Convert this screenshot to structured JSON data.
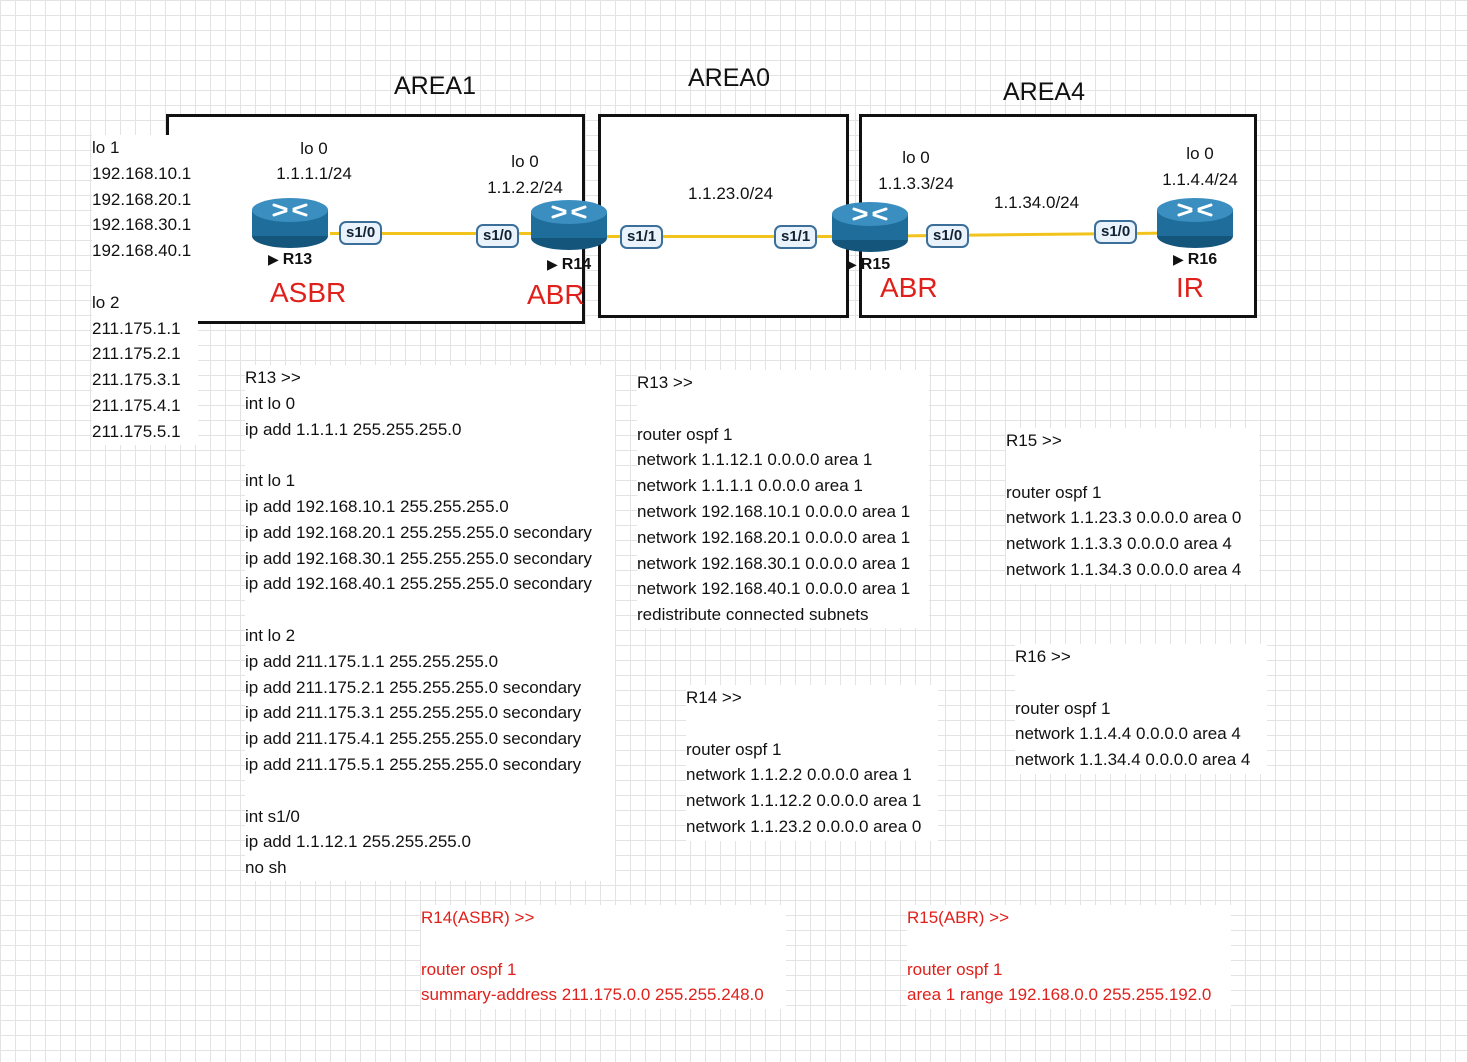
{
  "areas": {
    "area1": {
      "title": "AREA1"
    },
    "area0": {
      "title": "AREA0",
      "subnet": "1.1.23.0/24"
    },
    "area4": {
      "title": "AREA4",
      "subnet": "1.1.34.0/24"
    }
  },
  "loopback_list": [
    "lo 1",
    "192.168.10.1",
    "192.168.20.1",
    "192.168.30.1",
    "192.168.40.1",
    "",
    "lo 2",
    "211.175.1.1",
    "211.175.2.1",
    "211.175.3.1",
    "211.175.4.1",
    "211.175.5.1"
  ],
  "routers": {
    "r13": {
      "name": "R13",
      "role": "ASBR",
      "lo_label": "lo 0",
      "lo_ip": "1.1.1.1/24",
      "iface": "s1/0"
    },
    "r14": {
      "name": "R14",
      "role": "ABR",
      "lo_label": "lo 0",
      "lo_ip": "1.1.2.2/24",
      "iface_left": "s1/0",
      "iface_right": "s1/1"
    },
    "r15": {
      "name": "R15",
      "role": "ABR",
      "lo_label": "lo 0",
      "lo_ip": "1.1.3.3/24",
      "iface_left": "s1/1",
      "iface_right": "s1/0"
    },
    "r16": {
      "name": "R16",
      "role": "IR",
      "lo_label": "lo 0",
      "lo_ip": "1.1.4.4/24",
      "iface": "s1/0"
    }
  },
  "colors": {
    "role": "#e0201b",
    "link": "#f2c31d",
    "router": "#1e6d9a"
  },
  "notes": {
    "r13_int": [
      "R13 >>",
      "int lo 0",
      "ip add 1.1.1.1 255.255.255.0",
      "",
      "int lo 1",
      "ip add 192.168.10.1 255.255.255.0",
      "ip add 192.168.20.1 255.255.255.0 secondary",
      "ip add 192.168.30.1 255.255.255.0 secondary",
      "ip add 192.168.40.1 255.255.255.0 secondary",
      "",
      "int lo 2",
      "ip add 211.175.1.1 255.255.255.0",
      "ip add 211.175.2.1 255.255.255.0 secondary",
      "ip add 211.175.3.1 255.255.255.0 secondary",
      "ip add 211.175.4.1 255.255.255.0 secondary",
      "ip add 211.175.5.1 255.255.255.0 secondary",
      "",
      "int s1/0",
      "ip add 1.1.12.1 255.255.255.0",
      "no sh"
    ],
    "r13_ospf": [
      "R13 >>",
      "",
      "router ospf 1",
      "network 1.1.12.1 0.0.0.0 area 1",
      "network 1.1.1.1 0.0.0.0 area 1",
      "network 192.168.10.1 0.0.0.0 area 1",
      "network 192.168.20.1 0.0.0.0 area 1",
      "network 192.168.30.1 0.0.0.0 area 1",
      "network 192.168.40.1 0.0.0.0 area 1",
      "redistribute connected subnets"
    ],
    "r14_ospf": [
      "R14 >>",
      "",
      "router ospf 1",
      "network 1.1.2.2 0.0.0.0 area 1",
      "network 1.1.12.2 0.0.0.0 area 1",
      "network 1.1.23.2 0.0.0.0 area 0"
    ],
    "r15_ospf": [
      "R15 >>",
      "",
      "router ospf 1",
      "network 1.1.23.3 0.0.0.0 area 0",
      "network 1.1.3.3 0.0.0.0 area 4",
      "network 1.1.34.3 0.0.0.0 area 4"
    ],
    "r16_ospf": [
      "R16 >>",
      "",
      "router ospf 1",
      "network 1.1.4.4 0.0.0.0 area 4",
      "network 1.1.34.4 0.0.0.0 area 4"
    ],
    "r14_asbr": [
      "R14(ASBR) >>",
      "",
      "router ospf 1",
      "summary-address 211.175.0.0 255.255.248.0"
    ],
    "r15_abr": [
      "R15(ABR) >>",
      "",
      "router ospf 1",
      "area 1 range 192.168.0.0 255.255.192.0"
    ]
  }
}
